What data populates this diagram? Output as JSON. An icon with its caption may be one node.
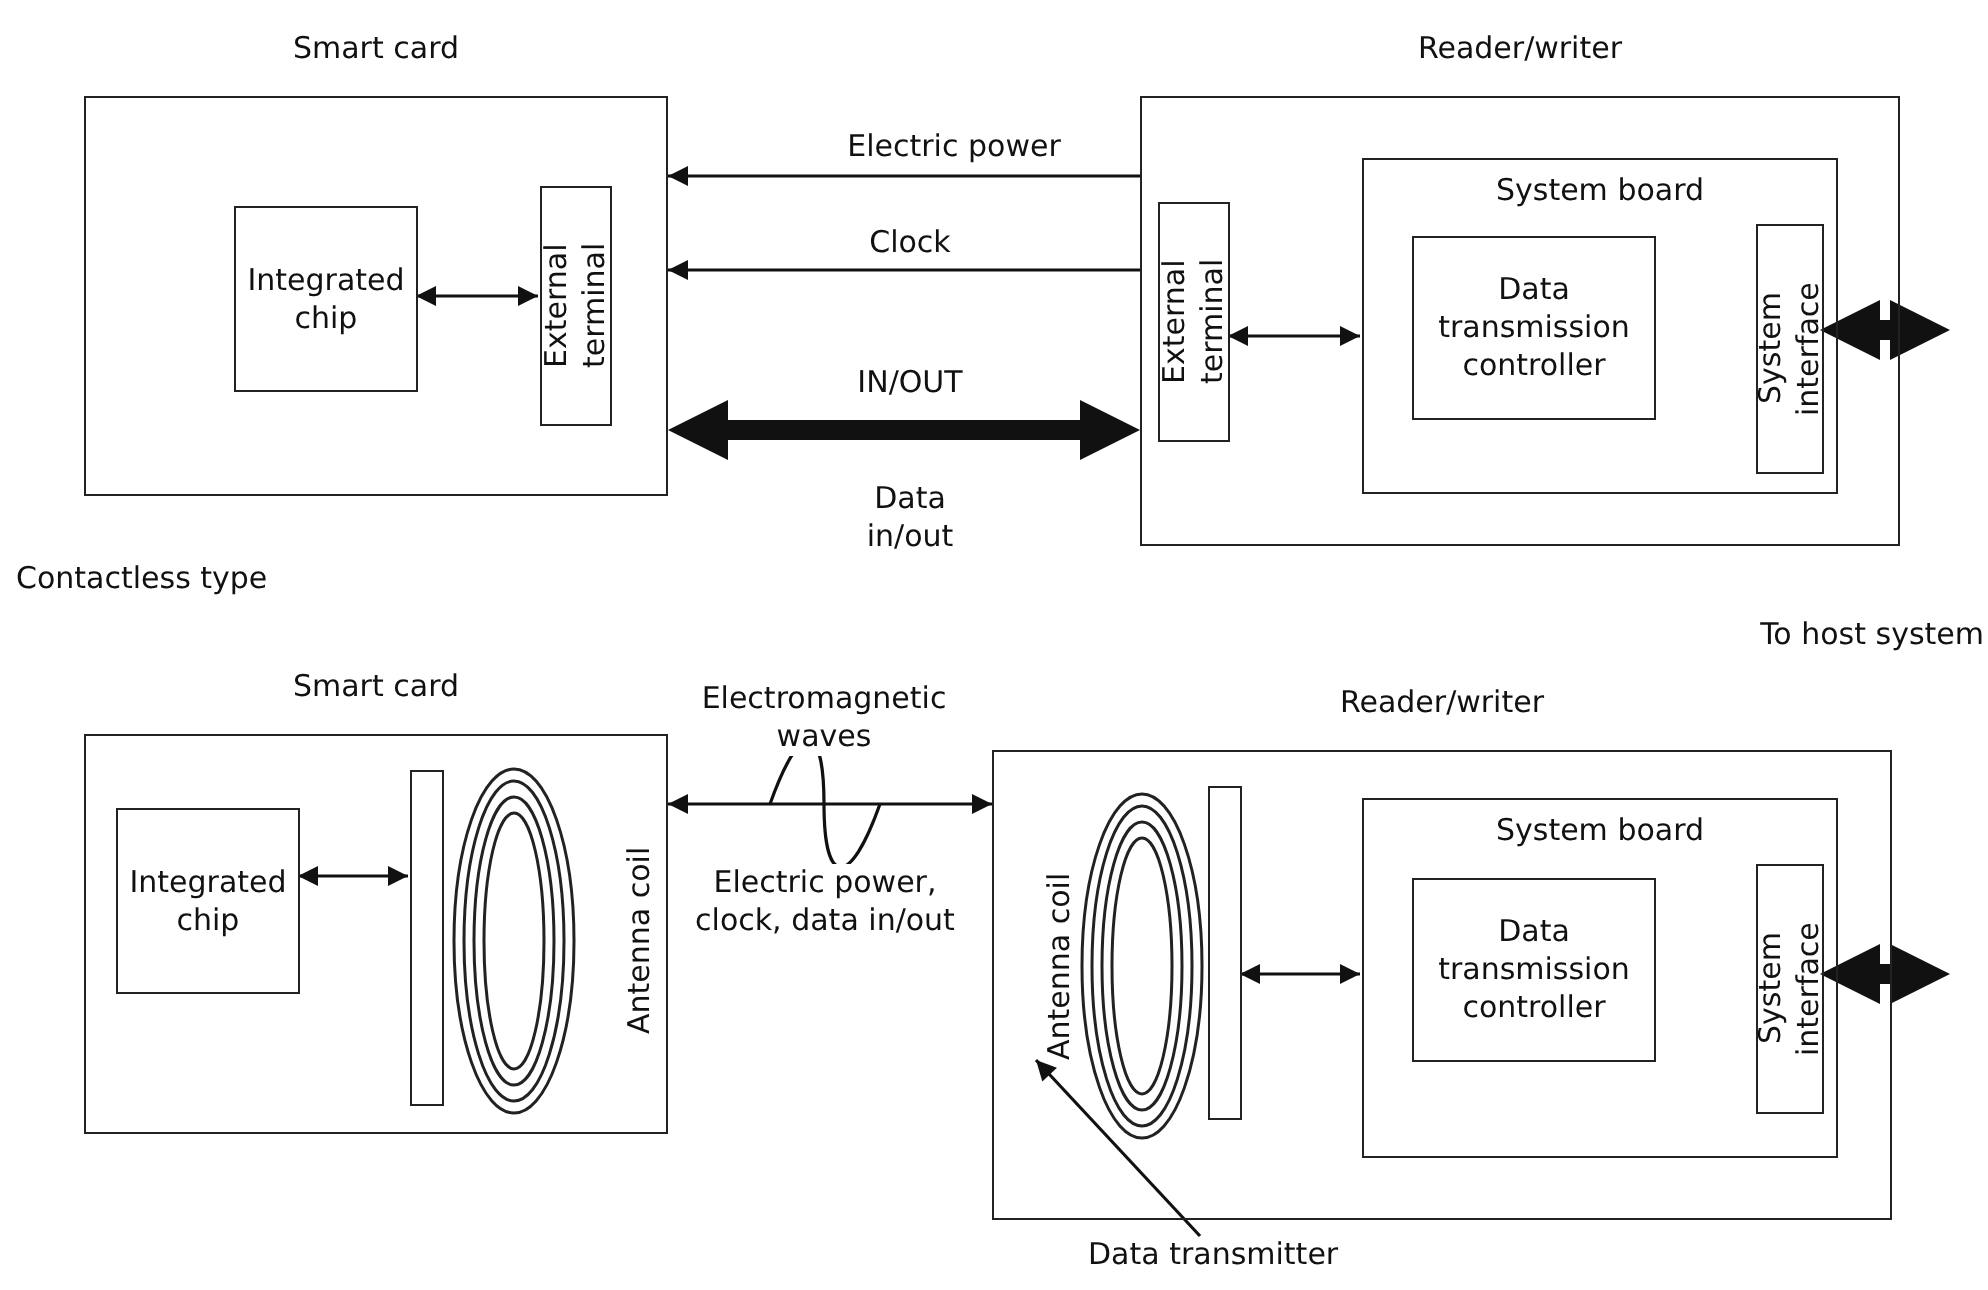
{
  "diagram": {
    "nodes": [
      {
        "text": [
          "Smart card"
        ]
      },
      {
        "text": [
          "Integrated chip"
        ],
        "in": 0
      },
      {
        "text": [
          "External terminal"
        ],
        "in": 0
      },
      {
        "text": [
          "Reader/writer"
        ]
      },
      {
        "text": [
          "External terminal"
        ],
        "in": 3
      },
      {
        "text": [
          "System board"
        ],
        "in": 3
      },
      {
        "text": [
          "Data transmission controller"
        ],
        "in": 5
      },
      {
        "text": [
          "System interface"
        ],
        "in": 5
      },
      {
        "text": [
          "Smart card"
        ]
      },
      {
        "text": [
          "Integrated chip"
        ],
        "in": 8
      },
      {
        "text": [],
        "shape": "bar",
        "in": 8
      },
      {
        "text": [
          "Antenna coil"
        ],
        "in": 8
      },
      {
        "text": [
          "Reader/writer"
        ]
      },
      {
        "text": [
          "Antenna coil"
        ],
        "in": 12
      },
      {
        "text": [],
        "shape": "bar",
        "in": 12
      },
      {
        "text": [
          "System board"
        ],
        "in": 12
      },
      {
        "text": [
          "Data transmission controller"
        ],
        "in": 15
      },
      {
        "text": [
          "System interface"
        ],
        "in": 15
      },
      {
        "text": [
          "Data transmitter"
        ]
      }
    ],
    "edges": [
      {
        "from": 1,
        "to": 2,
        "arrow": "both"
      },
      {
        "from": 3,
        "to": 0,
        "arrow": "to",
        "label": "Electric power"
      },
      {
        "from": 3,
        "to": 0,
        "arrow": "to",
        "label": "Clock"
      },
      {
        "from": 0,
        "to": 3,
        "arrow": "both",
        "label": "IN/OUT",
        "style": "thick"
      },
      {
        "from": 4,
        "to": 5,
        "arrow": "both"
      },
      {
        "from": 7,
        "to": null,
        "arrow": "both",
        "style": "thick"
      },
      {
        "from": 9,
        "to": 10,
        "arrow": "both"
      },
      {
        "from": 8,
        "to": 12,
        "arrow": "both",
        "label": "Electromagnetic waves"
      },
      {
        "from": 14,
        "to": 15,
        "arrow": "both"
      },
      {
        "from": 17,
        "to": null,
        "arrow": "both",
        "style": "thick"
      },
      {
        "from": 18,
        "to": 13,
        "arrow": "to"
      }
    ],
    "labels": [
      "Data in/out",
      "Contactless type",
      "To host system",
      "Electric power, clock, data in/out"
    ]
  }
}
